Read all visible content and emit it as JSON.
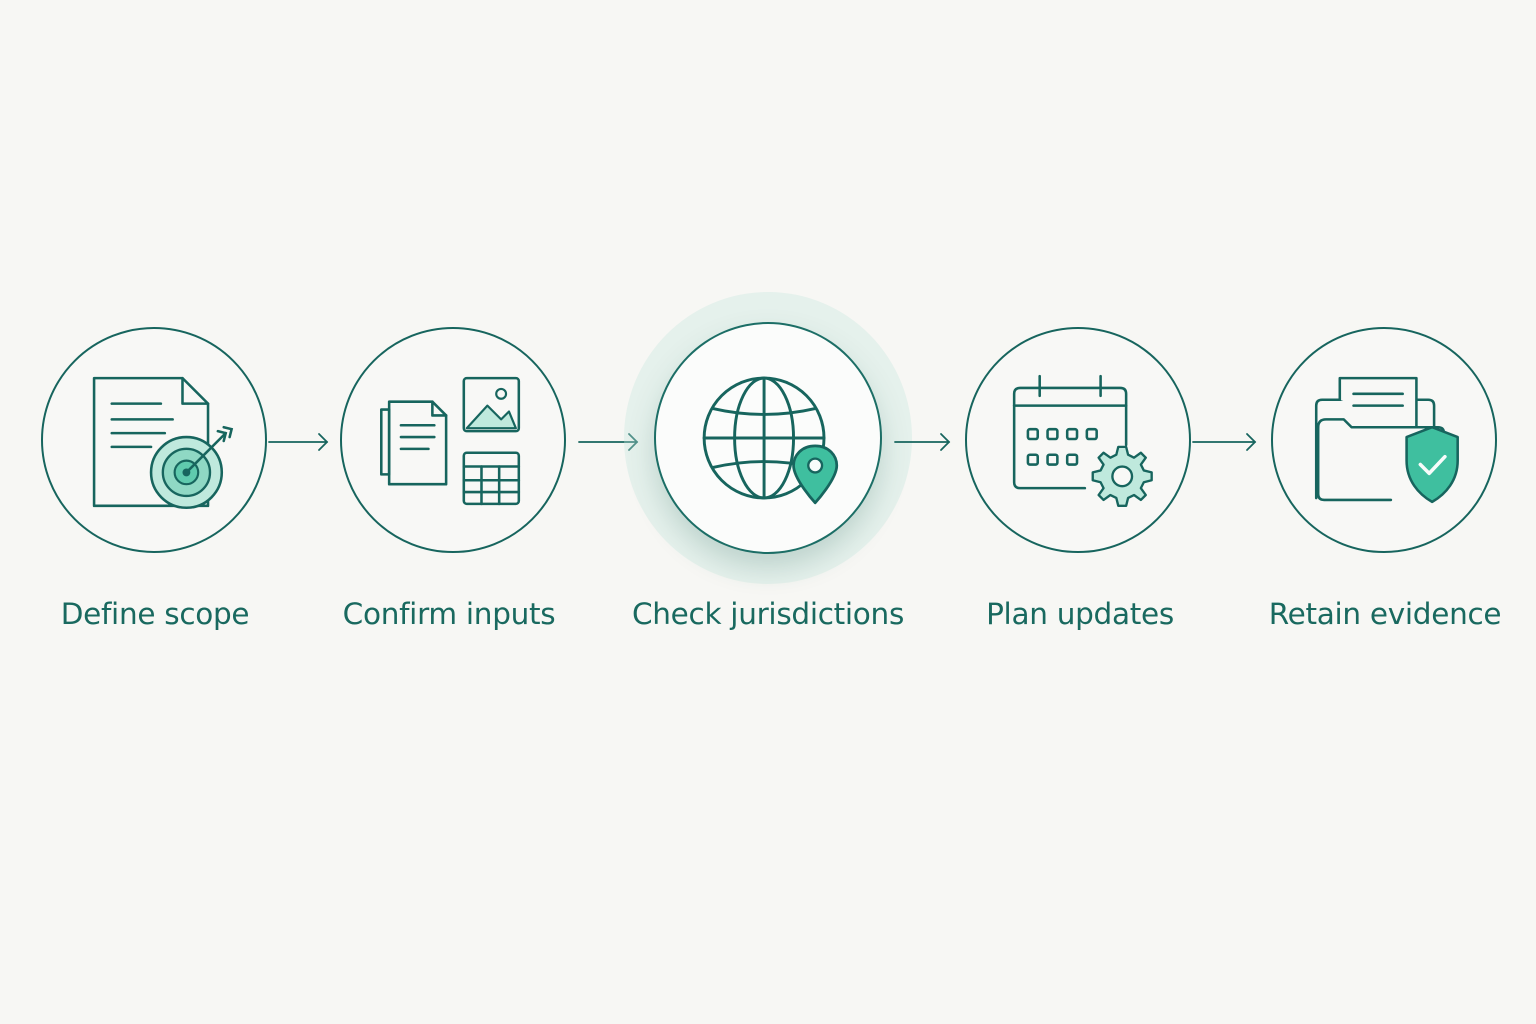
{
  "steps": [
    {
      "label": "Define scope",
      "icon": "document-target-icon"
    },
    {
      "label": "Confirm inputs",
      "icon": "documents-image-table-icon"
    },
    {
      "label": "Check jurisdictions",
      "icon": "globe-location-pin-icon",
      "active": true
    },
    {
      "label": "Plan updates",
      "icon": "calendar-gear-icon"
    },
    {
      "label": "Retain evidence",
      "icon": "folder-shield-icon"
    }
  ],
  "colors": {
    "stroke": "#17655e",
    "accent": "#3fbf9f",
    "accent_light": "#bfe9dd",
    "text": "#19695f",
    "background": "#f7f7f4"
  }
}
